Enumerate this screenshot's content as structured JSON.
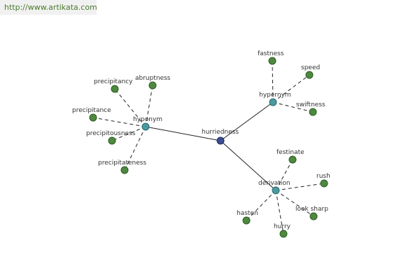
{
  "watermark": "http://www.artikata.com",
  "colors": {
    "leaf": "#4e8a3e",
    "relation": "#4a9aa0",
    "root": "#3a4f8e",
    "watermark_text": "#4a7a2c"
  },
  "graph": {
    "root": "hurriedness",
    "relations": [
      {
        "name": "hyponym",
        "terms": [
          "precipitancy",
          "abruptness",
          "precipitance",
          "precipitousness",
          "precipitateness"
        ]
      },
      {
        "name": "hypernym",
        "terms": [
          "fastness",
          "speed",
          "swiftness"
        ]
      },
      {
        "name": "derivation",
        "terms": [
          "festinate",
          "rush",
          "look sharp",
          "hurry",
          "hasten"
        ]
      }
    ]
  }
}
